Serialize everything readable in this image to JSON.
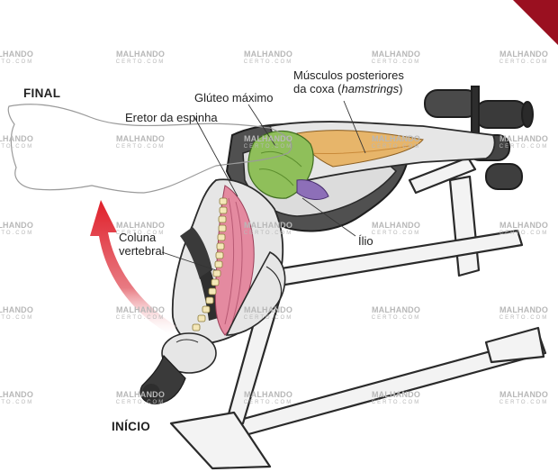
{
  "labels": {
    "final": "FINAL",
    "inicio": "INÍCIO",
    "eretor": "Eretor da espinha",
    "gluteo": "Glúteo máximo",
    "posteriores_line1": "Músculos posteriores",
    "posteriores_line2_prefix": "da coxa (",
    "posteriores_line2_italic": "hamstrings",
    "posteriores_line2_suffix": ")",
    "ilio": "Ílio",
    "coluna_line1": "Coluna",
    "coluna_line2": "vertebral"
  },
  "watermark": {
    "line1": "MALHANDO",
    "line2": "CERTO.COM"
  },
  "colors": {
    "arrow": "#e0202a",
    "skin": "#e6e6e6",
    "outline": "#2a2a2a",
    "bench_frame": "#f2f2f2",
    "pad": "#3a3a3a",
    "muscle_glute": "#8fbf5a",
    "muscle_hamstring": "#e7b56a",
    "muscle_erector": "#e48aa0",
    "muscle_ilio": "#8d6fb8",
    "corner_accent": "#9a1020"
  }
}
